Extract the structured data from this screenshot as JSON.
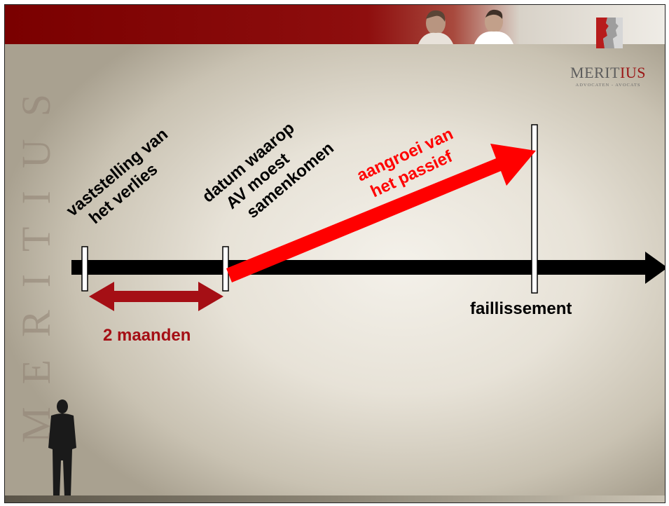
{
  "logo": {
    "name_main": "MERIT",
    "name_accent": "IUS",
    "subtitle": "ADVOCATEN - AVOCATS",
    "watermark": "MERITIUS"
  },
  "labels": {
    "vaststelling_line1": "vaststelling van",
    "vaststelling_line2": "het verlies",
    "datum_line1": "datum waarop",
    "datum_line2": "AV moest",
    "datum_line3": "samenkomen",
    "aangroei_line1": "aangroei van",
    "aangroei_line2": "het passief",
    "faillissement": "faillissement",
    "duur": "2 maanden"
  },
  "colors": {
    "brand_red": "#8b0000",
    "arrow_red": "#ff0000",
    "duration_red": "#a50f15",
    "timeline": "#000000"
  }
}
